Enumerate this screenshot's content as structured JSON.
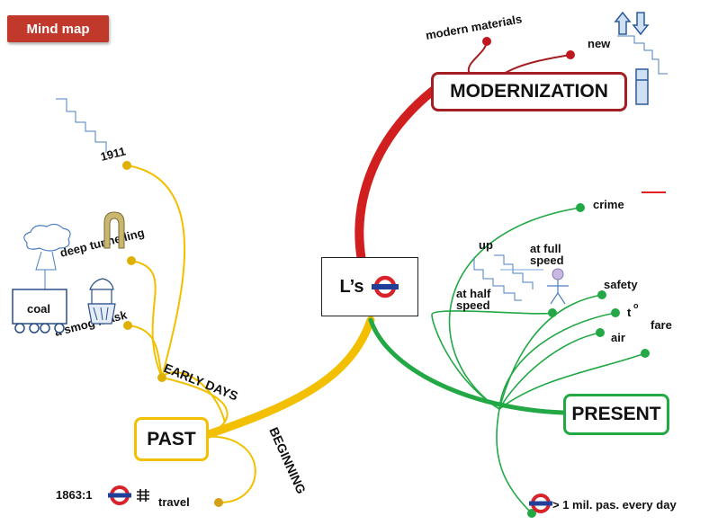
{
  "header": {
    "title_button": "Mind map"
  },
  "central": {
    "label": "L’s"
  },
  "branches": {
    "modernization": {
      "label": "MODERNIZATION",
      "items": [
        "modern materials",
        "new"
      ]
    },
    "past": {
      "label": "PAST",
      "early_days": "EARLY DAYS",
      "beginning": "BEGINNING",
      "items": [
        "1911",
        "deep tunnelling",
        "a smog mask",
        "coal",
        "travel",
        "1863:1"
      ]
    },
    "present": {
      "label": "PRESENT",
      "items": [
        "crime",
        "up",
        "at full",
        "speed",
        "at half",
        "speed",
        "safety",
        "t",
        "o",
        "air",
        "fare",
        "> 1 mil. pas. every day"
      ]
    }
  },
  "colors": {
    "modern": "#a31f23",
    "past": "#f2c000",
    "present": "#22a845",
    "title_bg": "#c0392b",
    "sketch": "#4a7fc1",
    "underground_red": "#d9232a",
    "underground_blue": "#1f3f99"
  },
  "icons": [
    "arrows-up-down-icon",
    "bar-gauge-icon",
    "underground-roundel-icon",
    "arch-icon",
    "cloud-icon",
    "cart-icon",
    "miner-figure-icon",
    "stick-figure-icon",
    "rail-track-icon",
    "staircase-icon"
  ]
}
